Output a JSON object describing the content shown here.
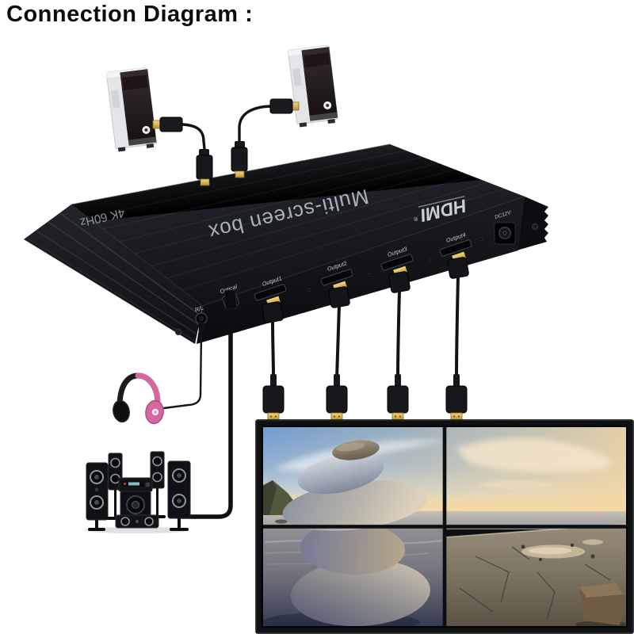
{
  "title": "Connection Diagram :",
  "device": {
    "top_label": "Multi-screen box",
    "corner_label": "4K 60Hz",
    "logo": "HDMI",
    "logo_mark": "®"
  },
  "ports": {
    "audio": "R/L",
    "optical": "Optical",
    "output1": "Output1",
    "output2": "Output2",
    "output3": "Output3",
    "output4": "Output4",
    "power": "DC12V"
  },
  "equipment": {
    "source1": "pc-tower-icon",
    "source2": "pc-tower-icon",
    "audio1": "headphones-icon",
    "audio2": "surround-speaker-system-icon",
    "display": "video-wall-2x2-icon"
  },
  "colors": {
    "box": "#1b1d22",
    "headphones_accent": "#d4679f",
    "hdmi_gold": "#d9b249",
    "cable": "#141414"
  }
}
